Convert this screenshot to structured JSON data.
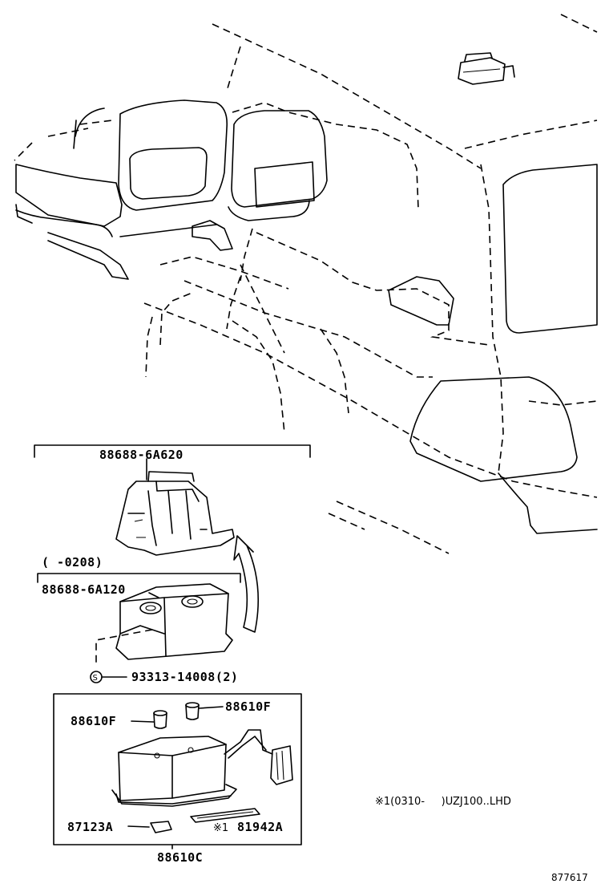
{
  "diagram": {
    "labels": {
      "bracket_upper": "88688-6A620",
      "date_range": "(      -0208)",
      "bracket_lower": "88688-6A120",
      "screw_symbol": "S",
      "screw": "93313-14008(2)",
      "cap_left": "88610F",
      "cap_right": "88610F",
      "clip": "87123A",
      "label_marker": "※1",
      "label_part": "81942A",
      "unit": "88610C",
      "footnote": "※1(0310-     )UZJ100..LHD",
      "figure_id": "877617"
    }
  }
}
